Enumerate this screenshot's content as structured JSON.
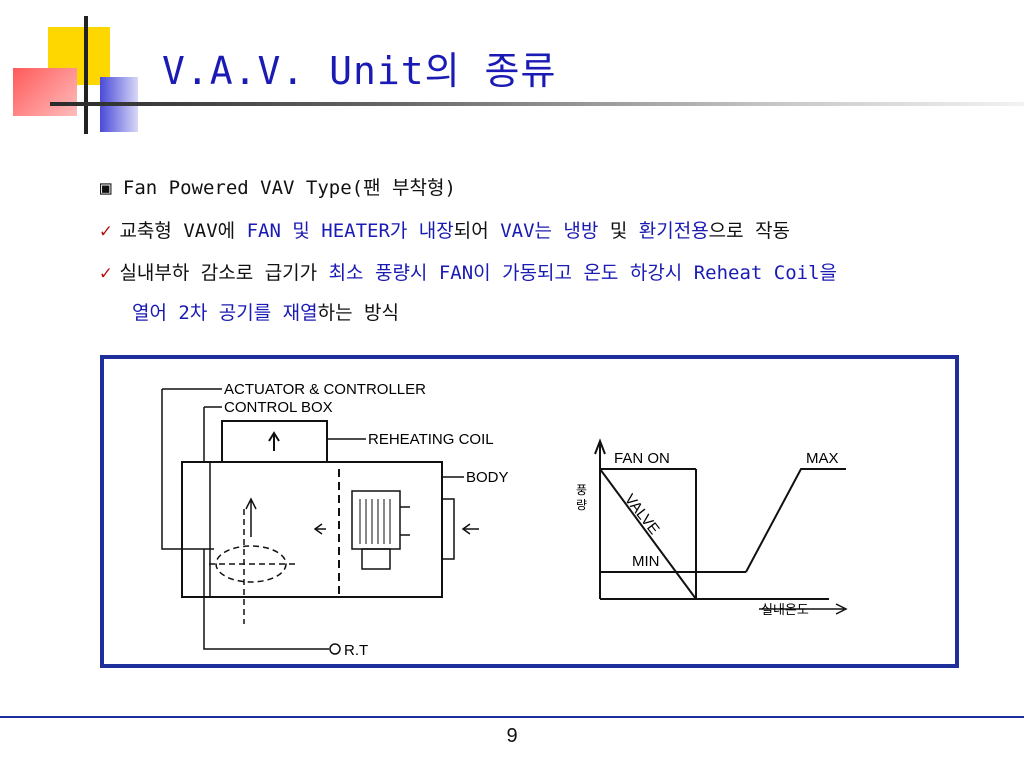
{
  "slide": {
    "title": "V.A.V. Unit의 종류",
    "page_number": "9"
  },
  "section": {
    "heading": "▣ Fan Powered VAV Type(팬 부착형)"
  },
  "bullets": [
    {
      "marker": "✓",
      "segments": [
        {
          "text": "교축형 VAV에 ",
          "highlight": false
        },
        {
          "text": "FAN 및 HEATER가 내장",
          "highlight": true
        },
        {
          "text": "되어 ",
          "highlight": false
        },
        {
          "text": "VAV는 냉방",
          "highlight": true
        },
        {
          "text": " 및 ",
          "highlight": false
        },
        {
          "text": "환기전용",
          "highlight": true
        },
        {
          "text": "으로 작동",
          "highlight": false
        }
      ]
    },
    {
      "marker": "✓",
      "segments": [
        {
          "text": "실내부하 감소로 급기가 ",
          "highlight": false
        },
        {
          "text": "최소 풍량시 FAN이 가동되고 온도 하강시 Reheat Coil을",
          "highlight": true
        }
      ]
    }
  ],
  "continuation": {
    "segments": [
      {
        "text": "열어 2차 공기를 재열",
        "highlight": true
      },
      {
        "text": "하는 방식",
        "highlight": false
      }
    ]
  },
  "diagram": {
    "labels": {
      "actuator": "ACTUATOR & CONTROLLER",
      "control_box": "CONTROL BOX",
      "reheating_coil": "REHEATING COIL",
      "body": "BODY",
      "room_thermostat": "R.T",
      "fan_on": "FAN ON",
      "max": "MAX",
      "valve": "VALVE",
      "min": "MIN",
      "y_axis_1": "풍",
      "y_axis_2": "량",
      "x_axis": "실내온도"
    }
  },
  "colors": {
    "title": "#1a1ab4",
    "highlight": "#1a1ab4",
    "check": "#b01010",
    "frame": "#1e2f9c"
  }
}
